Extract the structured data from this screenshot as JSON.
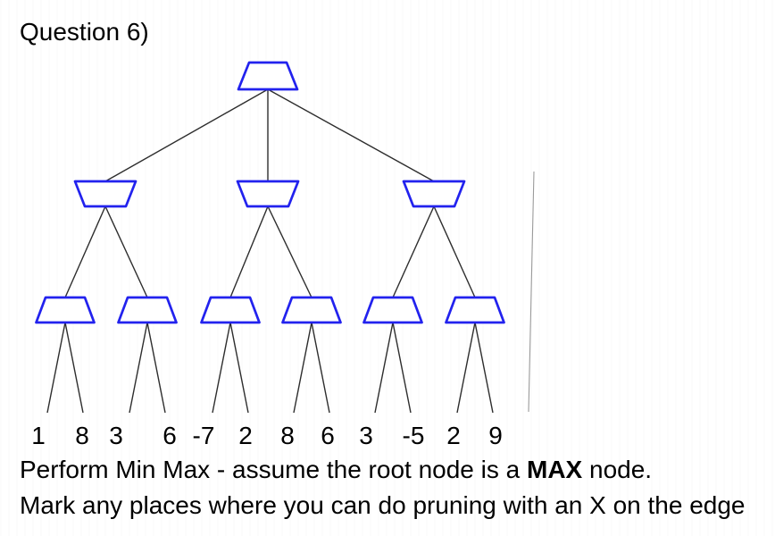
{
  "title": "Question 6)",
  "instructions": {
    "line1_prefix": "Perform Min Max - assume the root node is a ",
    "line1_bold": "MAX",
    "line1_suffix": " node.",
    "line2": "Mark any places where you can do pruning with an X on the edge"
  },
  "tree": {
    "root_type": "MAX",
    "shape_legend": {
      "max_node": "trapezoid-narrow-top",
      "min_node": "trapezoid-narrow-bottom"
    },
    "structure": {
      "root": {
        "type": "MAX",
        "children": [
          {
            "type": "MIN",
            "children": [
              {
                "type": "MAX",
                "leaf_values": [
                  1,
                  8
                ]
              },
              {
                "type": "MAX",
                "leaf_values": [
                  3,
                  6
                ]
              }
            ]
          },
          {
            "type": "MIN",
            "children": [
              {
                "type": "MAX",
                "leaf_values": [
                  -7,
                  2
                ]
              },
              {
                "type": "MAX",
                "leaf_values": [
                  8,
                  6
                ]
              }
            ]
          },
          {
            "type": "MIN",
            "children": [
              {
                "type": "MAX",
                "leaf_values": [
                  3,
                  -5
                ]
              },
              {
                "type": "MAX",
                "leaf_values": [
                  2,
                  9
                ]
              }
            ]
          }
        ]
      }
    },
    "leaf_values": [
      "1",
      "8",
      "3",
      "6",
      "-7",
      "2",
      "8",
      "6",
      "3",
      "-5",
      "2",
      "9"
    ]
  },
  "colors": {
    "node_stroke": "#2222ee",
    "edge_line": "#2d2d2d",
    "artifact_line": "#9a9a9a",
    "text": "#000000",
    "background": "#ffffff"
  }
}
